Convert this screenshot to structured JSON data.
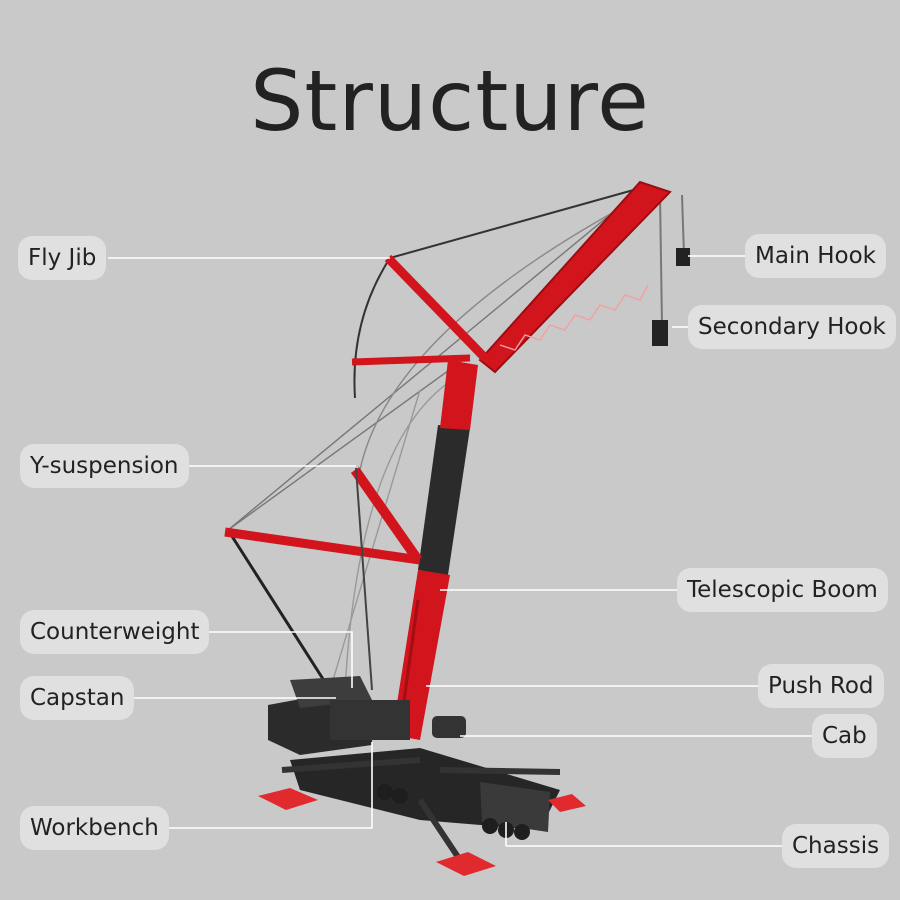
{
  "title": "Structure",
  "labels": {
    "fly_jib": "Fly Jib",
    "main_hook": "Main Hook",
    "secondary_hook": "Secondary Hook",
    "y_suspension": "Y-suspension",
    "telescopic_boom": "Telescopic Boom",
    "counterweight": "Counterweight",
    "push_rod": "Push Rod",
    "capstan": "Capstan",
    "cab": "Cab",
    "workbench": "Workbench",
    "chassis": "Chassis"
  },
  "colors": {
    "background": "#c9c9c9",
    "crane_red": "#d2141c",
    "boom_black": "#2b2b2b",
    "label_bg": "#e0e0e0"
  }
}
